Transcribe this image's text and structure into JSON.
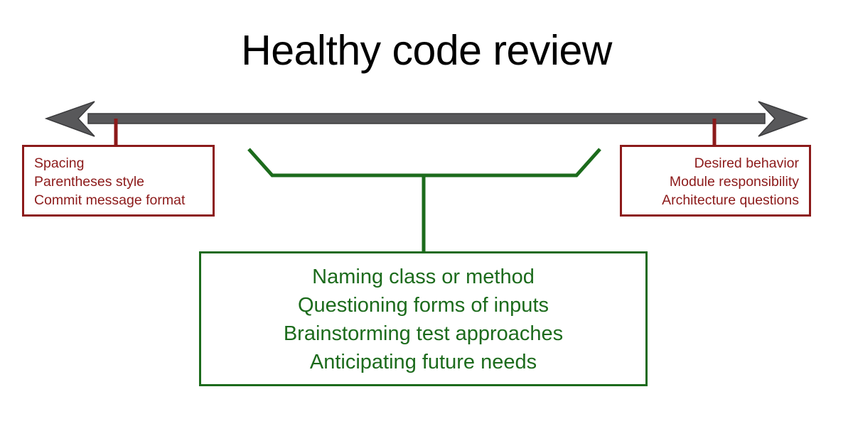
{
  "diagram": {
    "title": "Healthy code review",
    "colors": {
      "red": "#8C1A1A",
      "green": "#1C6B1C",
      "arrow_gray": "#58585A",
      "arrow_outline": "#3B3B3D",
      "background": "#FFFFFF",
      "title_text": "#000000"
    },
    "axis": {
      "name": "double-headed-spectrum-arrow",
      "left_arrowhead": "arrow-left",
      "right_arrowhead": "arrow-right"
    },
    "left_box": {
      "align": "left",
      "lines": [
        "Spacing",
        "Parentheses style",
        "Commit message format"
      ]
    },
    "right_box": {
      "align": "right",
      "lines": [
        "Desired behavior",
        "Module responsibility",
        "Architecture questions"
      ]
    },
    "center_box": {
      "align": "center",
      "lines": [
        "Naming class or method",
        "Questioning forms of inputs",
        "Brainstorming test approaches",
        "Anticipating future needs"
      ]
    }
  }
}
